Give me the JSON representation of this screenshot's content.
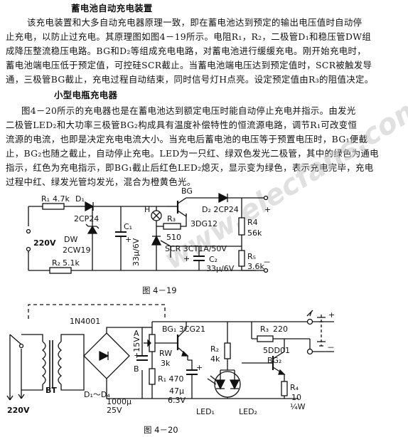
{
  "article": {
    "heading1": "蓄电池自动充电装置",
    "para1": [
      "该充电装置和大多自动充电器原理一致，即在蓄电池达到预定的输出电压值时自动停",
      "止充电，以防止过充电。其原理图如图4－19所示。电阻R₁，R₂，二极管D₁和稳压管DW组",
      "成降压整流稳压电路。BG和D₂等组成充电电路，对蓄电池进行缓缓充电。刚开始充电时，",
      "蓄电池端电压低于预定值，可控硅SCR截止。当蓄电池端电压达到预定值时，SCR被触发导",
      "通，三极管BG截止，充电过程自动结束，同时信号灯H点亮。设定预定值由R₃的阻值决定。"
    ],
    "heading2": "小型电瓶充电器",
    "para2": [
      "图4－20所示的充电器也是在蓄电池达到额定电压时能自动停止充电并指示。由发光",
      "二极管LED₂和大功率三极管BG₂构成具有温度补偿特性的恒流源电路，调节R₁可改变恒",
      "流源的电流，也即是决定充电电流大小。当充电后蓄电池的电压等于预置电压时，BG₁便截",
      "止，BG₂也随之截止，自动停止充电。LED为一只红、绿双色发光二极管，其中的绿色为通电",
      "指示，红色为充电指示，即BG₁截止后红色LED₂熄灭，显示变为绿色，表示充电完毕，充电",
      "过程中红、绿发光管均发光，混合为橙黄色光。"
    ]
  },
  "fig19": {
    "caption": "图 4－19",
    "labels": {
      "r1": "R₁",
      "r1v": "4.7k",
      "d1": "D₁",
      "d1v": "2CP24",
      "v220": "220V",
      "dw": "DW",
      "dwv": "2CW19",
      "c1": "C₁",
      "c1v": "33μ/6V",
      "r2": "R₂",
      "r2v": "5.1k",
      "h": "H",
      "bg": "BG",
      "d2": "D₂ 2CP24",
      "r3": "R₃",
      "r3v": "510",
      "bgv": "3DG12",
      "r4": "R4",
      "r4v": "56k",
      "scr": "SCR 3CT1A/50V",
      "c2": "C₂",
      "c2v": "33μ/6V",
      "r5": "R₅",
      "r5v": "3.6k",
      "plus1": "+",
      "plus2": "+",
      "plus3": "+",
      "minus": "－"
    }
  },
  "fig20": {
    "caption": "图 4－20",
    "labels": {
      "d1n": "1N4001",
      "bt": "BT",
      "v220": "220V",
      "d14": "D₁～D₄",
      "c1v": "1000μ",
      "c1v2": "25V",
      "a": "A",
      "b": "B",
      "v15": "+15V",
      "bg1": "BG₁ 3CG21",
      "rw": "RW",
      "rwv": "3k",
      "r1": "R₁ 470",
      "c2v": "47μ",
      "c2v2": "6.3V",
      "r2": "R₂",
      "r2v": "4k",
      "r3": "R₃",
      "r3v": "220",
      "bg2a": "5DD01",
      "bg2": "BG₂",
      "r4": "R₄",
      "r4v": "10",
      "r4w": "¼W",
      "led1": "LED₁",
      "led2": "LED₂",
      "plus": "+",
      "minus": "－",
      "plusc": "+"
    }
  },
  "watermark": "www.elecfans.com"
}
